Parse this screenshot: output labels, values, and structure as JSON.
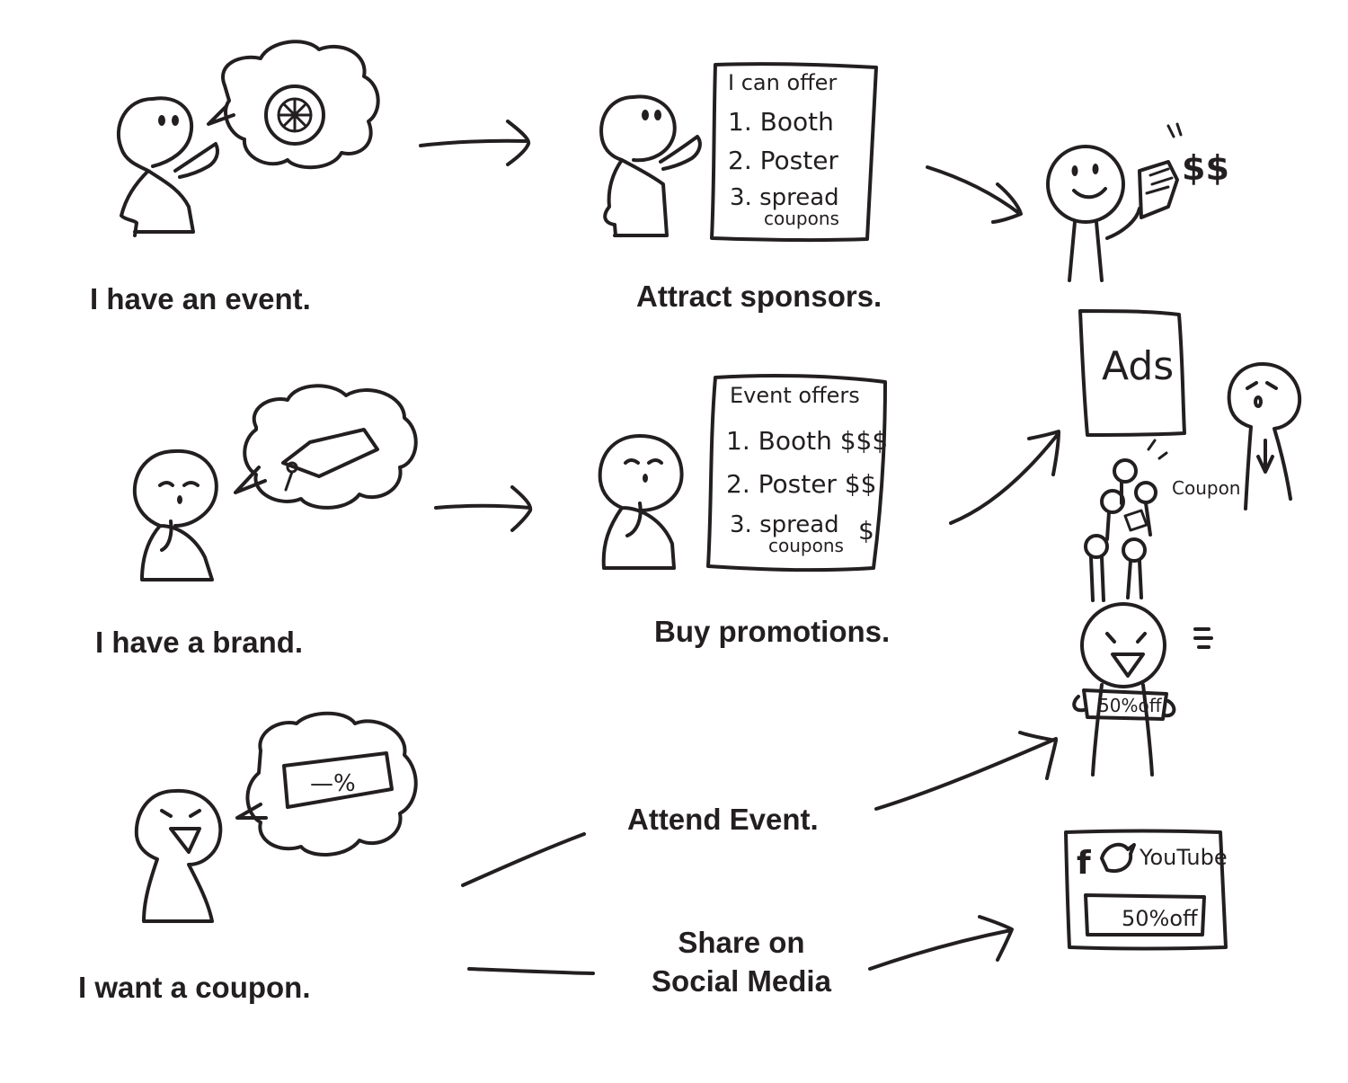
{
  "captions": {
    "event": "I have an event.",
    "sponsors": "Attract sponsors.",
    "brand": "I have a brand.",
    "promotions": "Buy promotions.",
    "coupon": "I want a coupon.",
    "attend": "Attend Event.",
    "share_line1": "Share on",
    "share_line2": "Social Media"
  },
  "sponsor_board": {
    "title": "I can offer",
    "item1": "1. Booth",
    "item2": "2. Poster",
    "item3a": "3. spread",
    "item3b": "coupons"
  },
  "offers_board": {
    "title": "Event offers",
    "item1": "1. Booth $$$",
    "item2": "2. Poster $$",
    "item3a": "3. spread",
    "item3b": "coupons",
    "item3_price": "$"
  },
  "money_label": "$$",
  "ads_label": "Ads",
  "coupon_label": "Coupon",
  "discount_bubble": "—%",
  "discount_tag": "50%off",
  "social": {
    "youtube_label": "YouTube",
    "offer_label": "50%off"
  }
}
